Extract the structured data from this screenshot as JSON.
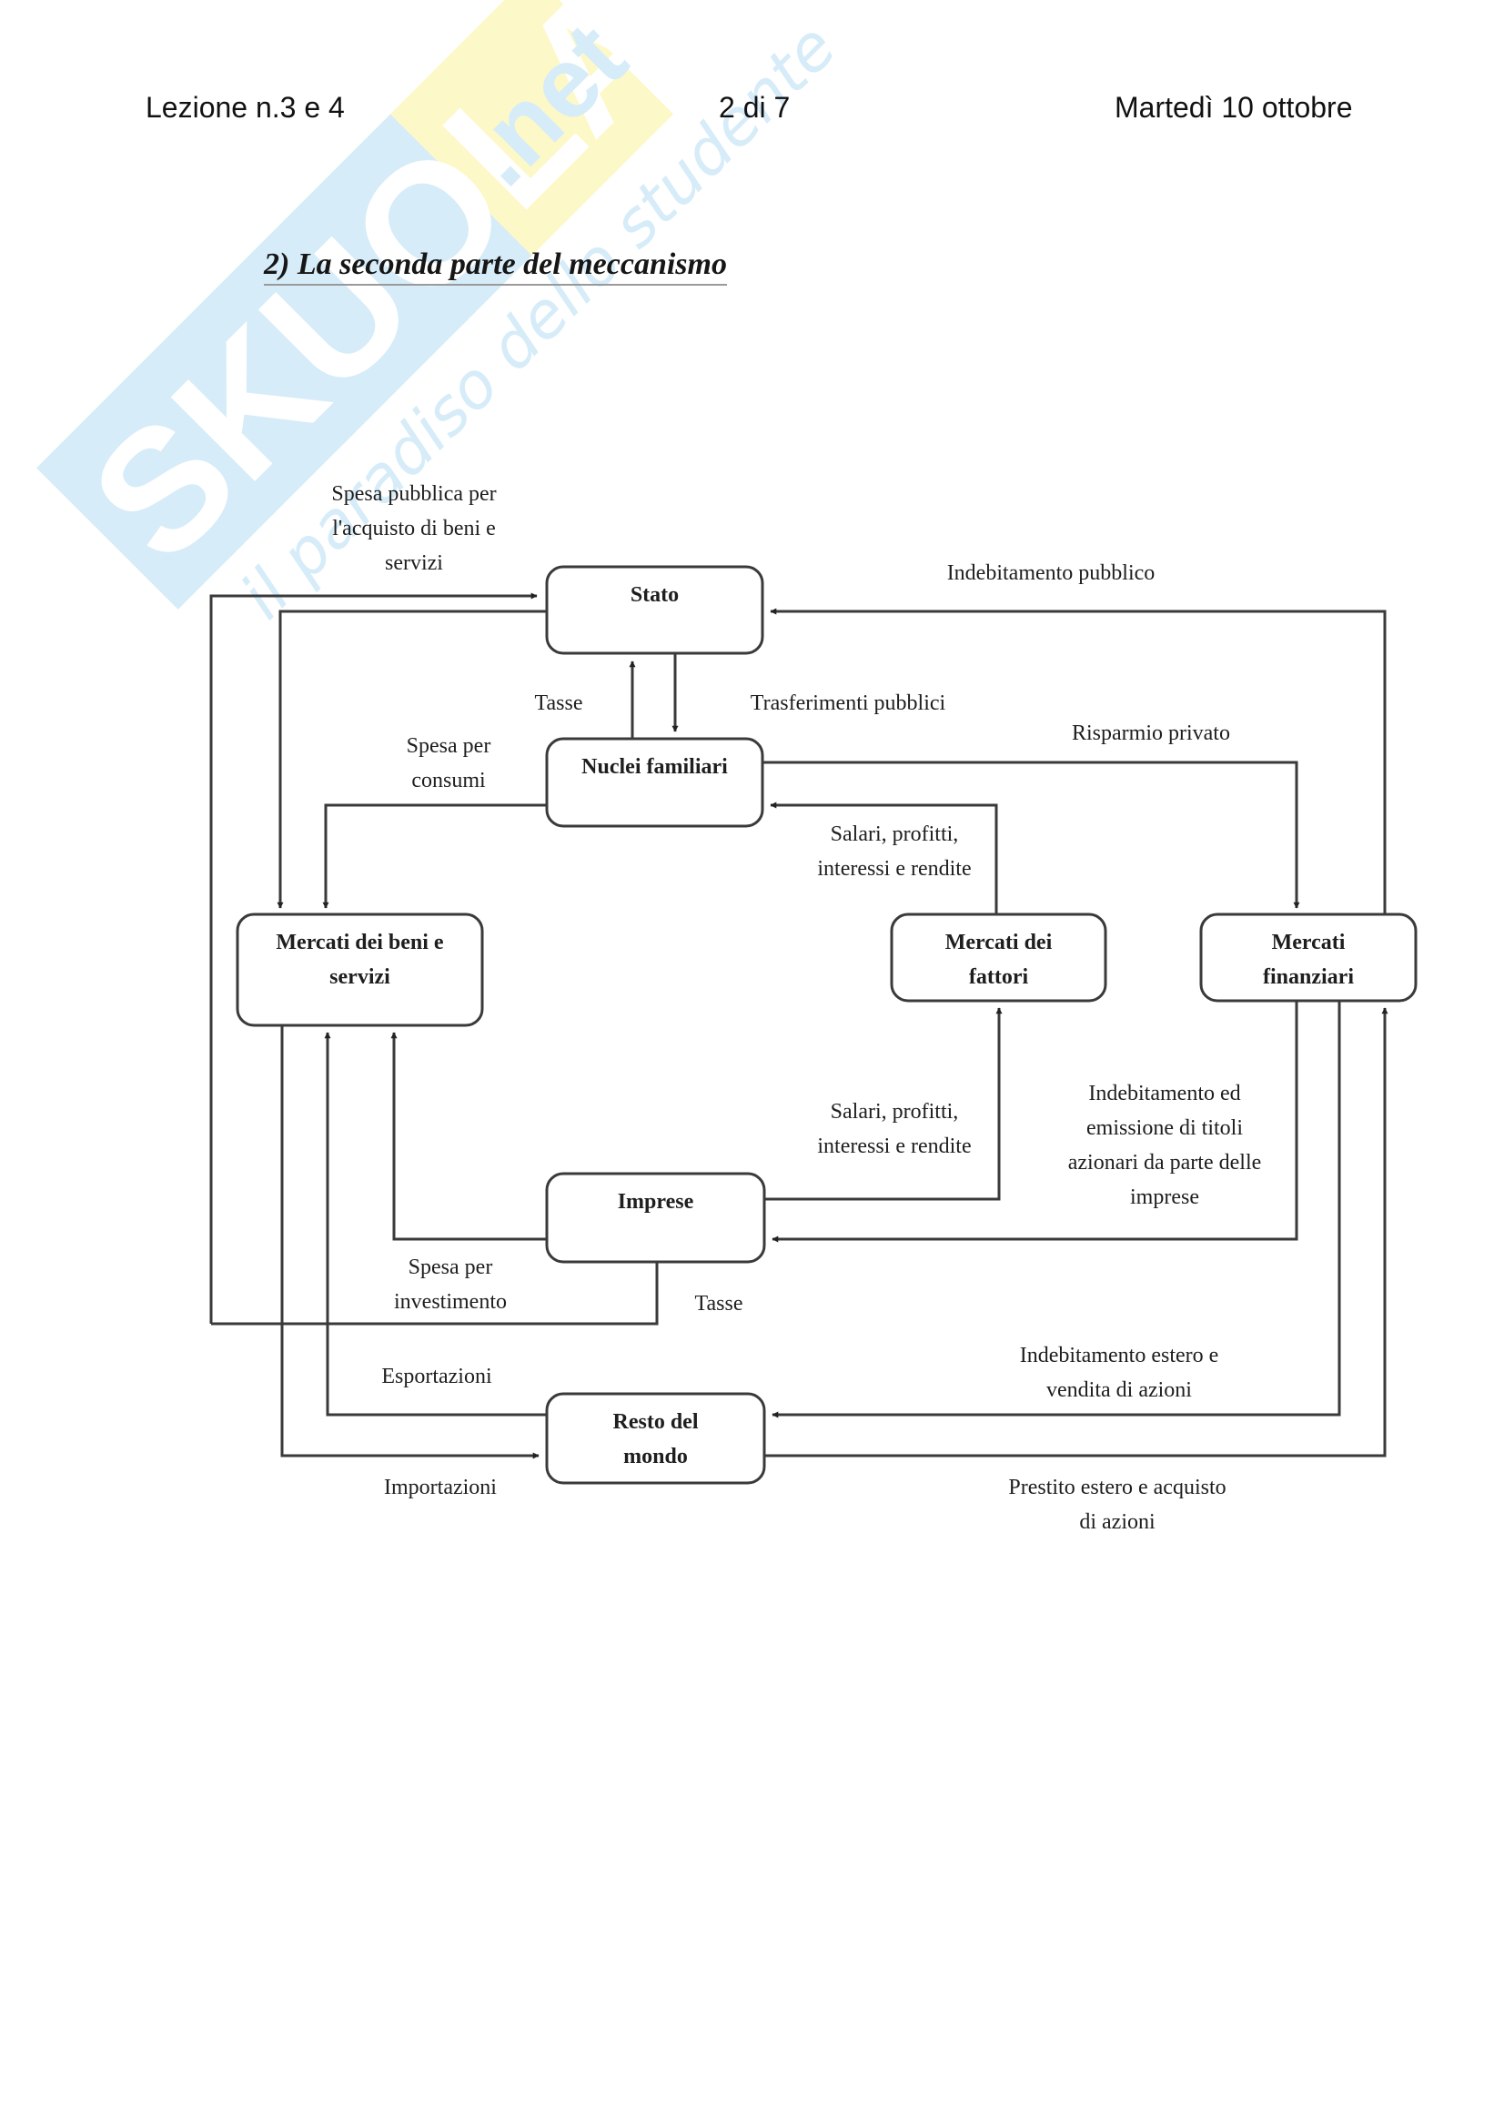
{
  "header": {
    "left": "Lezione n.3 e 4",
    "center": "2 di 7",
    "right": "Martedì 10 ottobre"
  },
  "section": {
    "title": "2)  La seconda parte del meccanismo"
  },
  "watermark": {
    "brand": "SKUOLA",
    "suffix": ".net",
    "tagline": "il paradiso dello studente",
    "colors": {
      "blue": "#d6ecf8",
      "yellow": "#fdf8c8"
    }
  },
  "colors": {
    "line": "#3a3a3a",
    "text": "#1e1e1e"
  },
  "diagram": {
    "nodes": {
      "stato": [
        "Stato"
      ],
      "nuclei": [
        "Nuclei familiari"
      ],
      "beni": [
        "Mercati dei beni e",
        "servizi"
      ],
      "fattori": [
        "Mercati dei",
        "fattori"
      ],
      "finanziari": [
        "Mercati",
        "finanziari"
      ],
      "imprese": [
        "Imprese"
      ],
      "resto": [
        "Resto del",
        "mondo"
      ]
    },
    "labels": {
      "spesa_pubblica": [
        "Spesa pubblica per",
        "l'acquisto di beni e",
        "servizi"
      ],
      "indebitamento_pubblico": [
        "Indebitamento pubblico"
      ],
      "tasse_nuclei": [
        "Tasse"
      ],
      "trasferimenti": [
        "Trasferimenti pubblici"
      ],
      "spesa_consumi": [
        "Spesa per",
        "consumi"
      ],
      "risparmio": [
        "Risparmio privato"
      ],
      "salari_nuclei": [
        "Salari, profitti,",
        "interessi e rendite"
      ],
      "salari_imprese": [
        "Salari, profitti,",
        "interessi e rendite"
      ],
      "indebitamento_imprese": [
        "Indebitamento ed",
        "emissione di titoli",
        "azionari da parte delle",
        "imprese"
      ],
      "spesa_investimento": [
        "Spesa per",
        "investimento"
      ],
      "tasse_imprese": [
        "Tasse"
      ],
      "esportazioni": [
        "Esportazioni"
      ],
      "importazioni": [
        "Importazioni"
      ],
      "indebitamento_estero": [
        "Indebitamento estero e",
        "vendita di azioni"
      ],
      "prestito_estero": [
        "Prestito estero e acquisto",
        "di azioni"
      ]
    }
  }
}
